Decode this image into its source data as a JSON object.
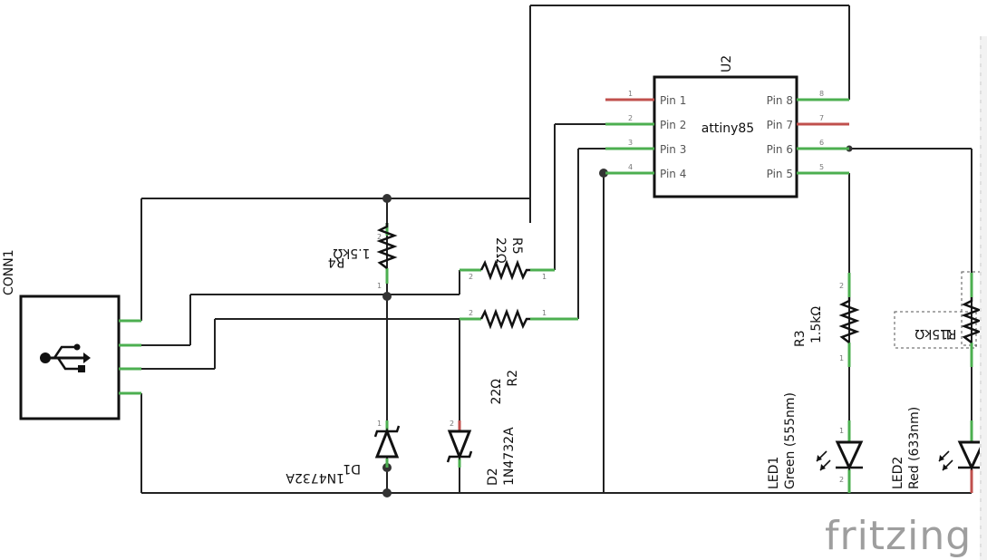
{
  "u2": {
    "ref": "U2",
    "name": "attiny85",
    "pins_left": [
      "Pin 1",
      "Pin 2",
      "Pin 3",
      "Pin 4"
    ],
    "pins_right": [
      "Pin 8",
      "Pin 7",
      "Pin 6",
      "Pin 5"
    ],
    "pin_numbers_left": [
      "1",
      "2",
      "3",
      "4"
    ],
    "pin_numbers_right": [
      "8",
      "7",
      "6",
      "5"
    ]
  },
  "conn1": {
    "ref": "CONN1"
  },
  "r4": {
    "ref": "R4",
    "value": "1.5kΩ"
  },
  "r5": {
    "ref": "R5",
    "value": "22Ω"
  },
  "r2": {
    "ref": "R2",
    "value": "22Ω"
  },
  "r3": {
    "ref": "R3",
    "value": "1.5kΩ"
  },
  "r1": {
    "ref": "R1",
    "value": "1.5kΩ"
  },
  "d1": {
    "ref": "D1",
    "value": "1N4732A"
  },
  "d2": {
    "ref": "D2",
    "value": "1N4732A"
  },
  "led1": {
    "ref": "LED1",
    "value": "Green (555nm)"
  },
  "led2": {
    "ref": "LED2",
    "value": "Red (633nm)"
  },
  "pin_marks": {
    "one": "1",
    "two": "2"
  },
  "logo": "fritzing",
  "colors": {
    "connected_lead": "#4caf50",
    "unconnected_lead": "#c0504d",
    "logo": "#9e9e9e"
  }
}
